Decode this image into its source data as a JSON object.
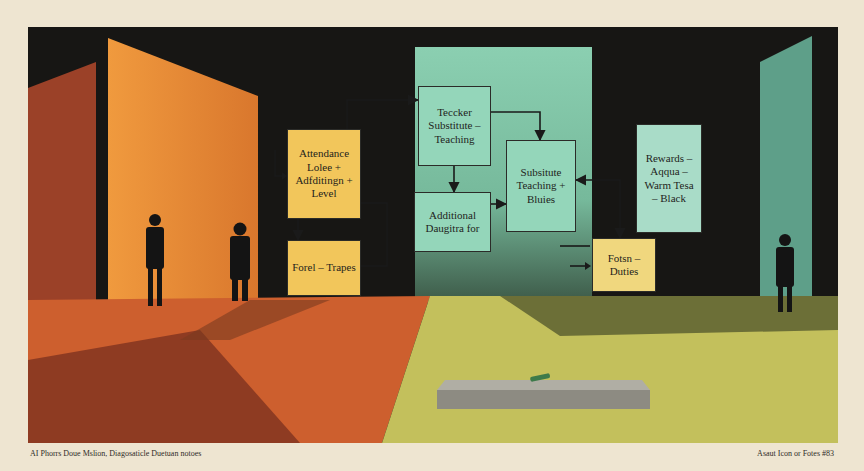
{
  "diagram": {
    "nodes": [
      {
        "text": [
          "Attendance Lolee + Adfditingn + Level"
        ]
      },
      {
        "text": [
          "Forel – Trapes"
        ]
      },
      {
        "text": [
          "Teccker Substitute – Teaching"
        ]
      },
      {
        "text": [
          "Additional Daugitra for"
        ]
      },
      {
        "text": [
          "Subsitute Teaching + Bluies"
        ]
      },
      {
        "text": [
          "Fotsn – Duties"
        ]
      },
      {
        "text": [
          "Rewards – Aqqua – Warm Tesa – Black"
        ]
      }
    ],
    "edges": [
      {
        "from": 0,
        "to": 2,
        "arrow": "to"
      },
      {
        "from": 2,
        "to": 3,
        "arrow": "to"
      },
      {
        "from": 2,
        "to": 4,
        "arrow": "to"
      },
      {
        "from": 3,
        "to": 4,
        "arrow": "to"
      },
      {
        "from": 4,
        "to": 5,
        "arrow": "both"
      },
      {
        "from": 0,
        "to": 1,
        "arrow": "to"
      },
      {
        "from": 0,
        "to": 1,
        "arrow": "none"
      }
    ],
    "labels": [
      "AI Phorrs Doue Mslion, Diagosaticle Duetuan notoes",
      "Asaut Icon or Fotes #83"
    ]
  }
}
